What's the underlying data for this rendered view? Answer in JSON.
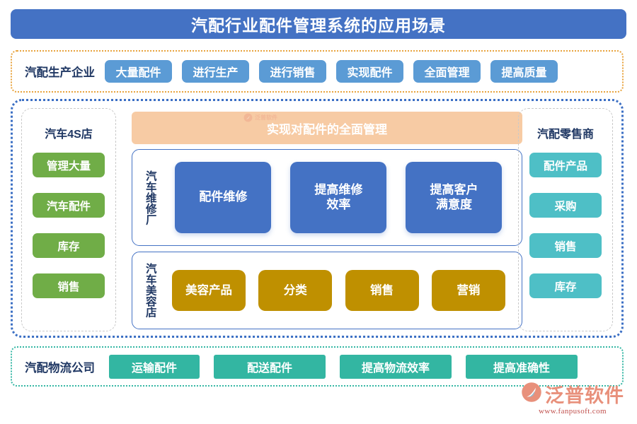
{
  "title": "汽配行业配件管理系统的应用场景",
  "top_band": {
    "label": "汽配生产企业",
    "items": [
      "大量配件",
      "进行生产",
      "进行销售",
      "实现配件",
      "全面管理",
      "提高质量"
    ]
  },
  "left_column": {
    "title": "汽车4S店",
    "items": [
      "管理大量",
      "汽车配件",
      "库存",
      "销售"
    ]
  },
  "right_column": {
    "title": "汽配零售商",
    "items": [
      "配件产品",
      "采购",
      "销售",
      "库存"
    ]
  },
  "center": {
    "banner": "实现对配件的全面管理",
    "repair": {
      "label": "汽车维修厂",
      "cards": [
        "配件维修",
        "提高维修\n效率",
        "提高客户\n满意度"
      ]
    },
    "beauty": {
      "label": "汽车美容店",
      "cards": [
        "美容产品",
        "分类",
        "销售",
        "营销"
      ]
    }
  },
  "bottom_band": {
    "label": "汽配物流公司",
    "items": [
      "运输配件",
      "配送配件",
      "提高物流效率",
      "提高准确性"
    ]
  },
  "brand": {
    "name": "泛普软件",
    "url": "www.fanpusoft.com"
  },
  "colors": {
    "title_blue": "#4472C4",
    "pill_blue": "#5B9BD5",
    "green": "#70AD47",
    "teal": "#4EBFC6",
    "gold": "#BF9000",
    "orange_banner": "#F7CBA4",
    "logistics_teal": "#33B6A2",
    "dash_orange": "#E8A33D",
    "dash_blue": "#3B6FC4",
    "dash_teal": "#35B7A4",
    "heading_navy": "#203864"
  }
}
